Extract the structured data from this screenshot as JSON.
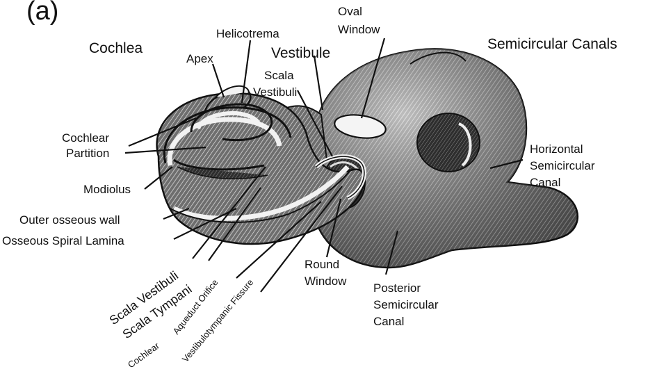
{
  "figure": {
    "panel_label": "(a)",
    "regions": {
      "cochlea": "Cochlea",
      "vestibule": "Vestibule",
      "semicircular_canals": "Semicircular Canals"
    },
    "labels": {
      "helicotrema": "Helicotrema",
      "apex": "Apex",
      "oval_window_1": "Oval",
      "oval_window_2": "Window",
      "scala_vestibuli_top_1": "Scala",
      "scala_vestibuli_top_2": "Vestibuli",
      "cochlear_partition_1": "Cochlear",
      "cochlear_partition_2": "Partition",
      "modiolus": "Modiolus",
      "outer_osseous_wall": "Outer osseous wall",
      "osseous_spiral_lamina": "Osseous Spiral Lamina",
      "horizontal_canal_1": "Horizontal",
      "horizontal_canal_2": "Semicircular",
      "horizontal_canal_3": "Canal",
      "round_window_1": "Round",
      "round_window_2": "Window",
      "posterior_canal_1": "Posterior",
      "posterior_canal_2": "Semicircular",
      "posterior_canal_3": "Canal",
      "scala_vestibuli_rot": "Scala Vestibuli",
      "scala_tympani_rot": "Scala Tympani",
      "cochlear_rot": "Cochlear",
      "aqueduct_orifice_rot": "Aqueduct Orifice",
      "vestibulotympanic_fissure_rot": "Vestibulotympanic Fissure"
    }
  }
}
